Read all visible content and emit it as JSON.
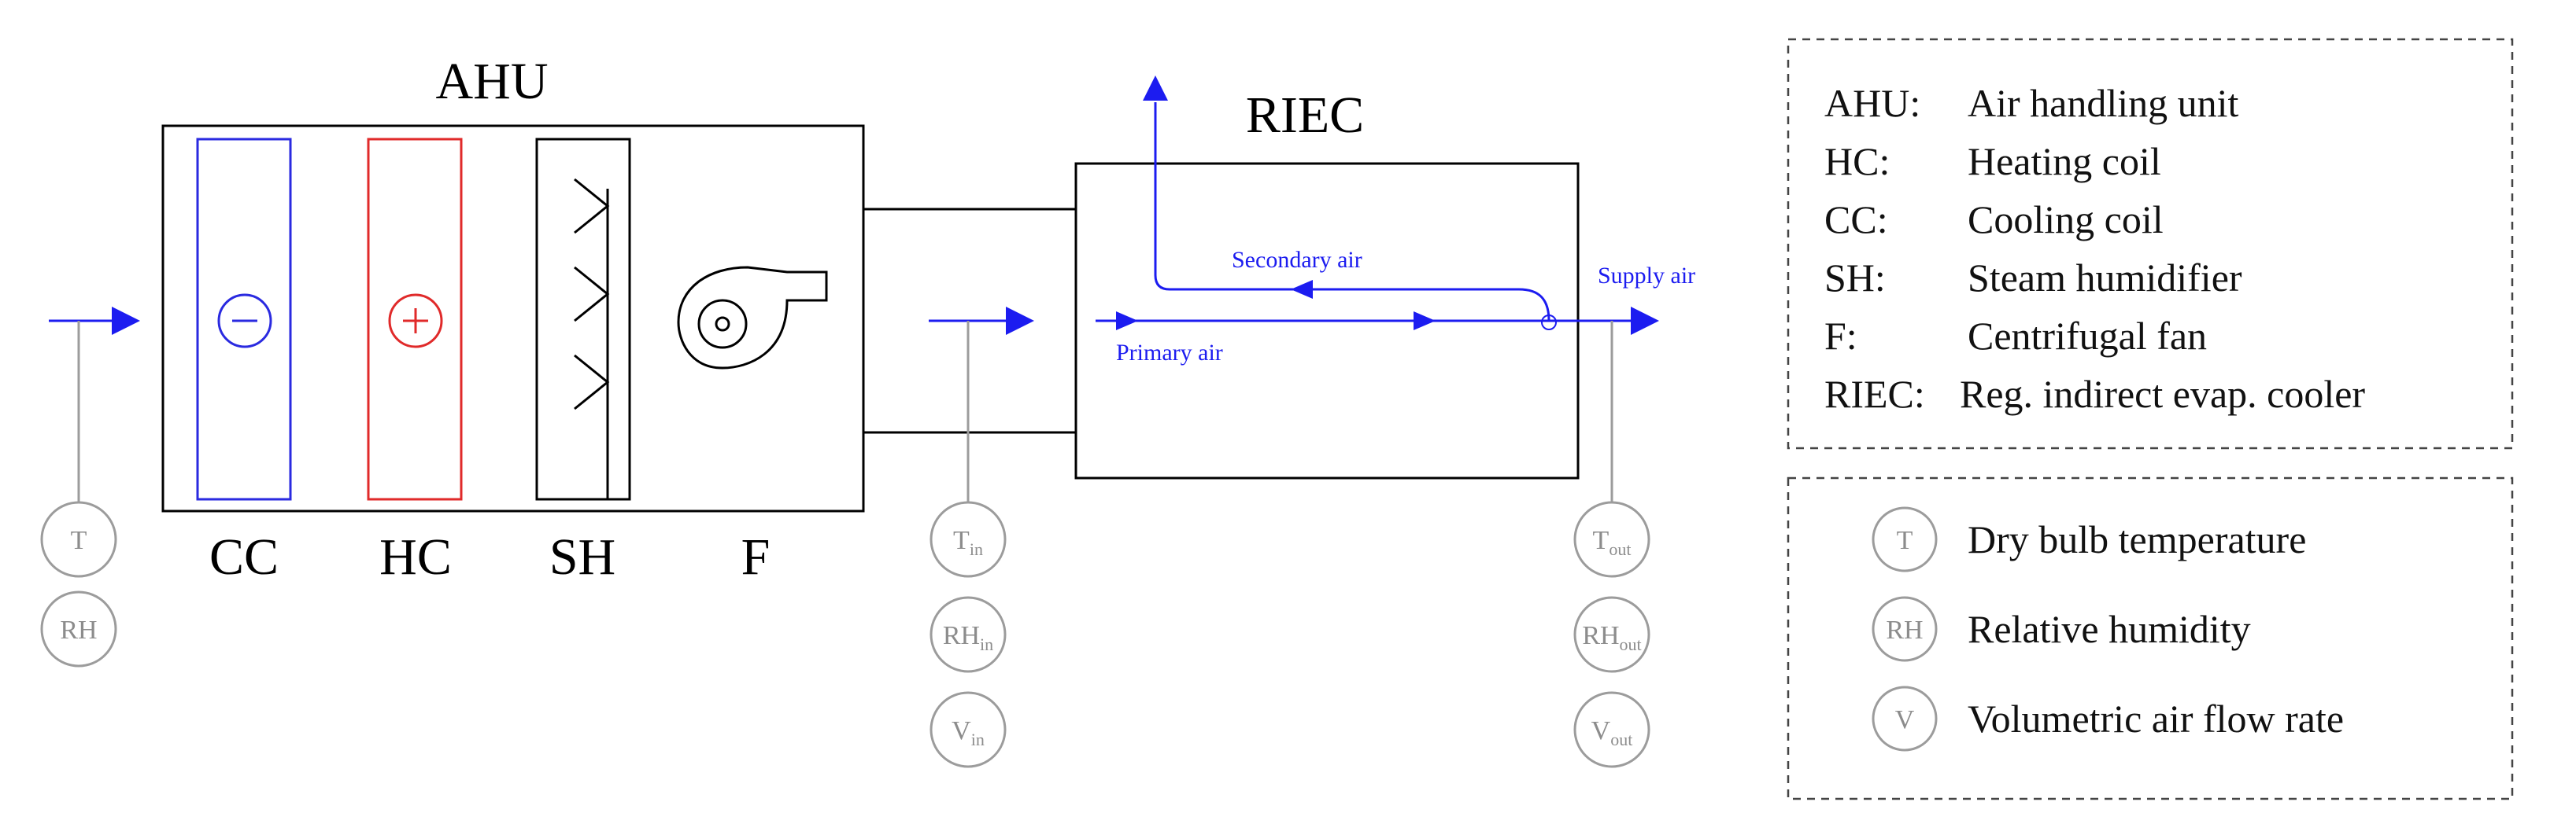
{
  "colors": {
    "flow_blue": "#1c1cf0",
    "cooling_blue": "#2a2ae0",
    "heating_red": "#e02a2a",
    "sensor_gray": "#9c9c9c"
  },
  "units": {
    "ahu": "AHU",
    "riec": "RIEC"
  },
  "components": {
    "cc": {
      "label": "CC",
      "symbol": "−"
    },
    "hc": {
      "label": "HC",
      "symbol": "+"
    },
    "sh": {
      "label": "SH"
    },
    "f": {
      "label": "F"
    }
  },
  "flows": {
    "primary": "Primary air",
    "secondary": "Secondary air",
    "supply": "Supply air"
  },
  "sensors": {
    "inlet_ambient": {
      "t": "T",
      "rh": "RH"
    },
    "riec_inlet": {
      "t": "T",
      "t_sub": "in",
      "rh": "RH",
      "rh_sub": "in",
      "v": "V",
      "v_sub": "in"
    },
    "riec_outlet": {
      "t": "T",
      "t_sub": "out",
      "rh": "RH",
      "rh_sub": "out",
      "v": "V",
      "v_sub": "out"
    }
  },
  "legend_abbreviations": [
    {
      "abbr": "AHU:",
      "desc": "Air handling unit"
    },
    {
      "abbr": "HC:",
      "desc": "Heating coil"
    },
    {
      "abbr": "CC:",
      "desc": "Cooling coil"
    },
    {
      "abbr": "SH:",
      "desc": "Steam humidifier"
    },
    {
      "abbr": "F:",
      "desc": "Centrifugal fan"
    },
    {
      "abbr": "RIEC:",
      "desc": "Reg. indirect evap. cooler"
    }
  ],
  "legend_sensors": [
    {
      "symbol": "T",
      "desc": "Dry bulb temperature"
    },
    {
      "symbol": "RH",
      "desc": "Relative humidity"
    },
    {
      "symbol": "V",
      "desc": "Volumetric air flow rate"
    }
  ]
}
